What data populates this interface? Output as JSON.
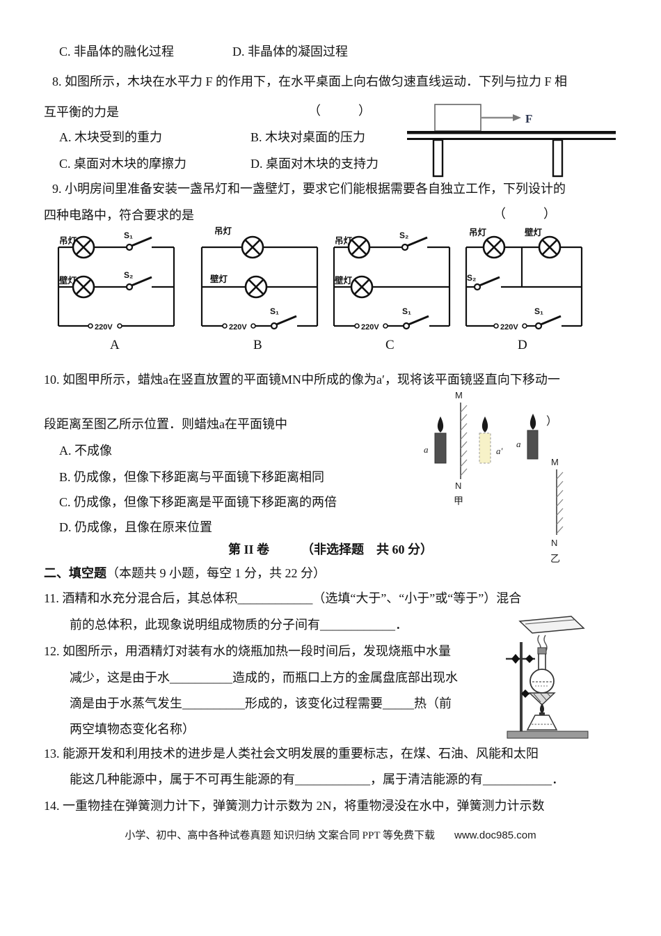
{
  "q7": {
    "opt_c": "C. 非晶体的融化过程",
    "opt_d": "D. 非晶体的凝固过程"
  },
  "q8": {
    "stem1": "8. 如图所示，木块在水平力 F 的作用下，在水平桌面上向右做匀速直线运动．下列与拉力 F 相",
    "stem2": "互平衡的力是",
    "paren": "（　　　）",
    "opt_a": "A. 木块受到的重力",
    "opt_b": "B. 木块对桌面的压力",
    "opt_c": "C. 桌面对木块的摩擦力",
    "opt_d": "D. 桌面对木块的支持力",
    "figure": {
      "force_label": "F"
    }
  },
  "q9": {
    "stem1": "9. 小明房间里准备安装一盏吊灯和一盏壁灯，要求它们能根据需要各自独立工作，下列设计的",
    "stem2": "四种电路中，符合要求的是",
    "paren": "（　　　）",
    "lamp_ceiling": "吊灯",
    "lamp_wall": "壁灯",
    "s1": "S₁",
    "s2": "S₂",
    "supply": "220V",
    "labels": {
      "a": "A",
      "b": "B",
      "c": "C",
      "d": "D"
    }
  },
  "q10": {
    "stem1": "10. 如图甲所示，蜡烛a在竖直放置的平面镜MN中所成的像为a′，现将该平面镜竖直向下移动一",
    "stem2": "段距离至图乙所示位置．则蜡烛a在平面镜中",
    "opt_a": "A. 不成像",
    "opt_b": "B. 仍成像，但像下移距离与平面镜下移距离相同",
    "opt_c": "C. 仍成像，但像下移距离是平面镜下移距离的两倍",
    "opt_d": "D. 仍成像，且像在原来位置",
    "fig": {
      "m": "M",
      "n": "N",
      "jia": "甲",
      "yi": "乙",
      "candle_a": "a",
      "candle_image": "a′",
      "candle_a2": "a",
      "paren_close": "）"
    }
  },
  "section2": {
    "volume_title": "第 II 卷",
    "volume_note": "（非选择题　共 60 分）",
    "fill_title": "二、填空题",
    "fill_note": "（本题共 9 小题，每空 1 分，共 22 分）"
  },
  "q11": {
    "line1": "11. 酒精和水充分混合后，其总体积____________（选填“大于”、“小于”或“等于”）混合",
    "line2": "前的总体积，此现象说明组成物质的分子间有____________．"
  },
  "q12": {
    "line1": "12. 如图所示，用酒精灯对装有水的烧瓶加热一段时间后，发现烧瓶中水量",
    "line2": "减少，这是由于水__________造成的，而瓶口上方的金属盘底部出现水",
    "line3": "滴是由于水蒸气发生__________形成的，该变化过程需要_____热（前",
    "line4": "两空填物态变化名称）"
  },
  "q13": {
    "line1": "13. 能源开发和利用技术的进步是人类社会文明发展的重要标志，在煤、石油、风能和太阳",
    "line2": "能这几种能源中，属于不可再生能源的有____________，属于清洁能源的有___________．"
  },
  "q14": {
    "line1": "14. 一重物挂在弹簧测力计下，弹簧测力计示数为 2N，将重物浸没在水中，弹簧测力计示数"
  },
  "footer": {
    "text": "小学、初中、高中各种试卷真题 知识归纳 文案合同 PPT 等免费下载",
    "url": "www.doc985.com"
  }
}
